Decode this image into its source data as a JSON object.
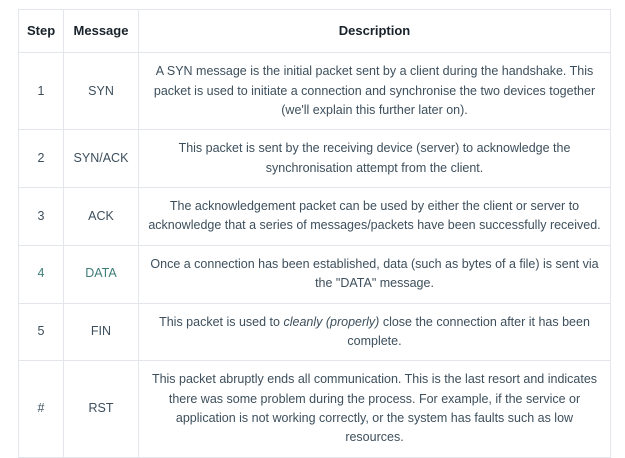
{
  "table": {
    "name": "tcp-three-way-handshake-messages",
    "columns": [
      {
        "key": "step",
        "label": "Step"
      },
      {
        "key": "message",
        "label": "Message"
      },
      {
        "key": "description",
        "label": "Description"
      }
    ],
    "rows": [
      {
        "step": "1",
        "message": "SYN",
        "description": "A SYN message is the initial packet sent by a client during the handshake. This packet is used to initiate a connection and synchronise the two devices together (we'll explain this further later on).",
        "accent": false
      },
      {
        "step": "2",
        "message": "SYN/ACK",
        "description": "This packet is sent by the receiving device (server) to acknowledge the synchronisation attempt from the client.",
        "accent": false
      },
      {
        "step": "3",
        "message": "ACK",
        "description": "The acknowledgement packet can be used by either the client or server to acknowledge that a series of messages/packets have been successfully received.",
        "accent": false
      },
      {
        "step": "4",
        "message": "DATA",
        "description": "Once a connection has been established, data (such as bytes of a file) is sent via the \"DATA\" message.",
        "accent": true
      },
      {
        "step": "5",
        "message": "FIN",
        "description_before": "This packet is used to ",
        "description_italic": "cleanly (properly)",
        "description_after": " close the connection after it has been complete.",
        "accent": false
      },
      {
        "step": "#",
        "message": "RST",
        "description": "This packet abruptly ends all communication. This is the last resort and indicates there was some problem during the process. For example, if the service or application is not working correctly, or the system has faults such as low resources.",
        "accent": false
      }
    ]
  },
  "colors": {
    "border": "#e3e6ea",
    "body_text": "#3d4f5c",
    "header_text": "#18222b",
    "accent_text": "#3e7d78",
    "background": "#ffffff"
  }
}
